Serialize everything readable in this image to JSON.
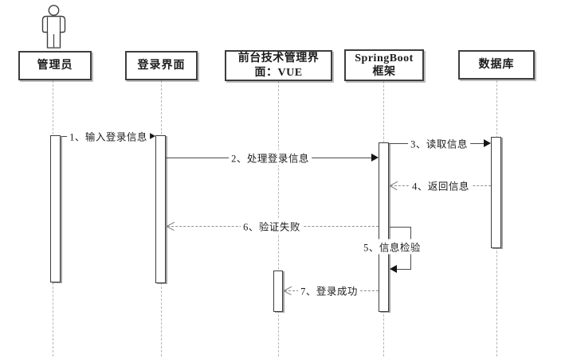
{
  "diagram_type": "uml-sequence-diagram",
  "colors": {
    "background": "#ffffff",
    "box_border": "#3e3e3e",
    "solid_line": "#4a4a4a",
    "dashed_line": "#8f8f8f",
    "lifeline": "#b5b5b5"
  },
  "participants": [
    {
      "name": "管理员",
      "kind": "actor"
    },
    {
      "name": "登录界面",
      "kind": "object"
    },
    {
      "name": "前台技术管理界面：VUE",
      "kind": "object",
      "line1": "前台技术管理界",
      "line2": "面：VUE"
    },
    {
      "name": "SpringBoot框架",
      "kind": "object",
      "line1": "SpringBoot",
      "line2": "框架"
    },
    {
      "name": "数据库",
      "kind": "object"
    }
  ],
  "messages": [
    {
      "label": "1、输入登录信息",
      "from": "管理员",
      "to": "登录界面",
      "line": "solid",
      "arrow": "filled"
    },
    {
      "label": "2、处理登录信息",
      "from": "登录界面",
      "to": "SpringBoot框架",
      "line": "solid",
      "arrow": "filled"
    },
    {
      "label": "3、读取信息",
      "from": "SpringBoot框架",
      "to": "数据库",
      "line": "solid",
      "arrow": "filled"
    },
    {
      "label": "4、返回信息",
      "from": "数据库",
      "to": "SpringBoot框架",
      "line": "dashed",
      "arrow": "open"
    },
    {
      "label": "5、信息检验",
      "from": "SpringBoot框架",
      "to": "SpringBoot框架",
      "line": "self",
      "arrow": "filled"
    },
    {
      "label": "6、验证失败",
      "from": "SpringBoot框架",
      "to": "登录界面",
      "line": "dashed",
      "arrow": "open"
    },
    {
      "label": "7、登录成功",
      "from": "SpringBoot框架",
      "to": "前台技术管理界面：VUE",
      "line": "dashed",
      "arrow": "open"
    }
  ]
}
